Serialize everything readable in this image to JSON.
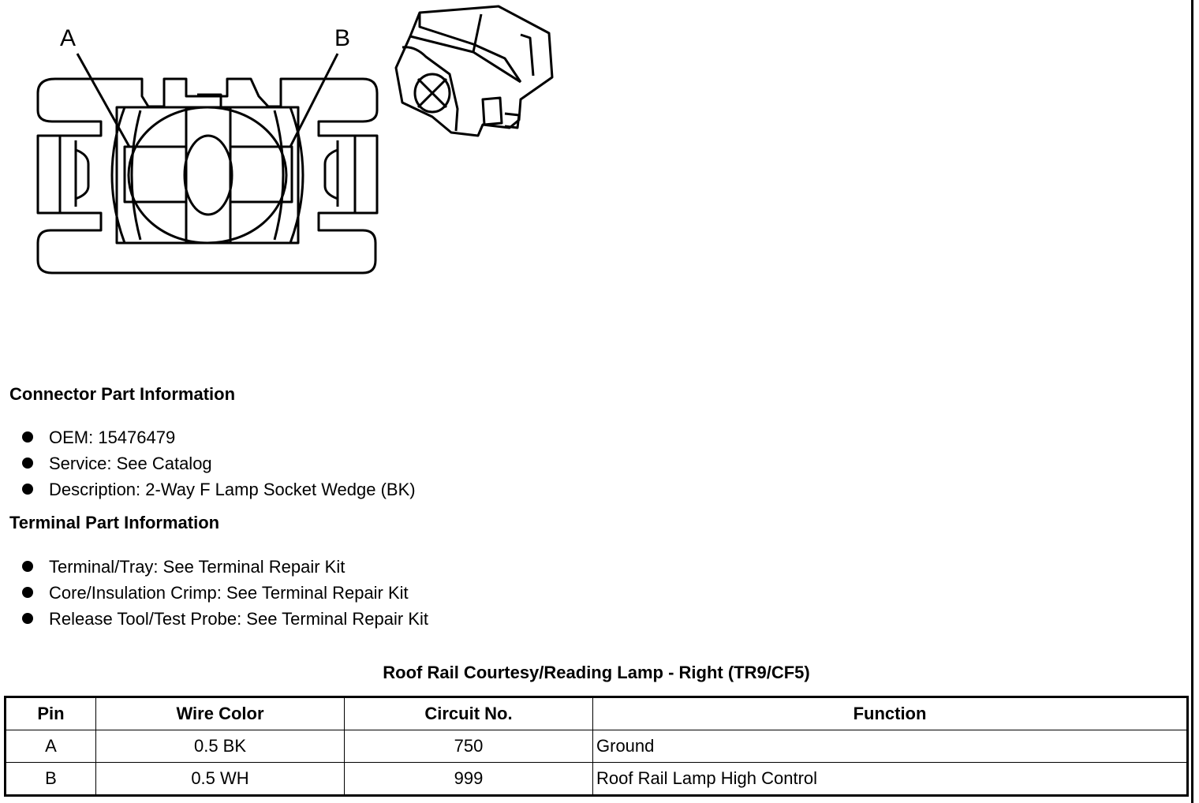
{
  "diagram": {
    "label_a": "A",
    "label_b": "B"
  },
  "connector_info": {
    "title": "Connector Part Information",
    "items": [
      "OEM: 15476479",
      "Service: See Catalog",
      "Description: 2-Way F Lamp Socket Wedge (BK)"
    ]
  },
  "terminal_info": {
    "title": "Terminal Part Information",
    "items": [
      "Terminal/Tray: See Terminal Repair Kit",
      "Core/Insulation Crimp: See Terminal Repair Kit",
      "Release Tool/Test Probe: See Terminal Repair Kit"
    ]
  },
  "table": {
    "title": "Roof Rail Courtesy/Reading Lamp - Right (TR9/CF5)",
    "headers": [
      "Pin",
      "Wire Color",
      "Circuit No.",
      "Function"
    ],
    "rows": [
      [
        "A",
        "0.5 BK",
        "750",
        "Ground"
      ],
      [
        "B",
        "0.5 WH",
        "999",
        "Roof Rail Lamp High Control"
      ]
    ]
  }
}
